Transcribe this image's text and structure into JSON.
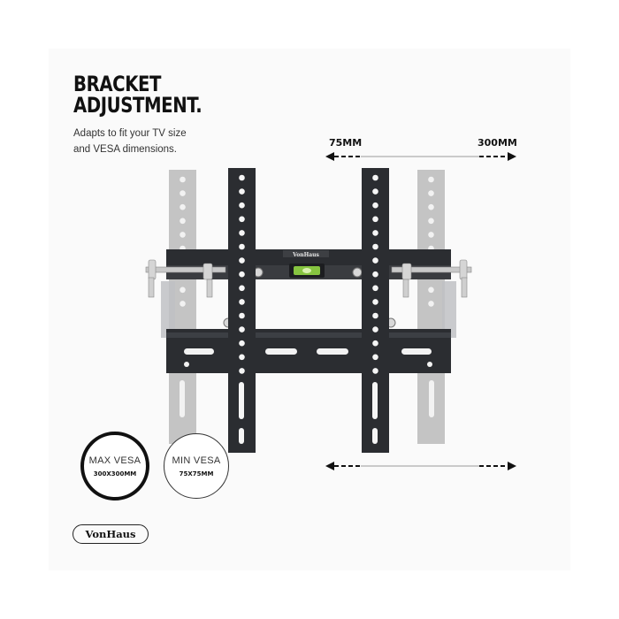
{
  "heading": {
    "line1": "BRACKET",
    "line2": "ADJUSTMENT."
  },
  "subtitle": {
    "line1": "Adapts to fit your TV size",
    "line2": "and VESA dimensions."
  },
  "dimensions": {
    "min_label": "75MM",
    "max_label": "300MM"
  },
  "badges": {
    "max": {
      "title": "MAX VESA",
      "size": "300X300MM"
    },
    "min": {
      "title": "MIN VESA",
      "size": "75X75MM"
    }
  },
  "brand": {
    "logo_text": "VonHaus",
    "plate_text": "VonHaus"
  },
  "colors": {
    "bracket": "#2b2d31",
    "ghost": "#c4c4c4",
    "arrow": "#111111",
    "level": "#86c440"
  }
}
